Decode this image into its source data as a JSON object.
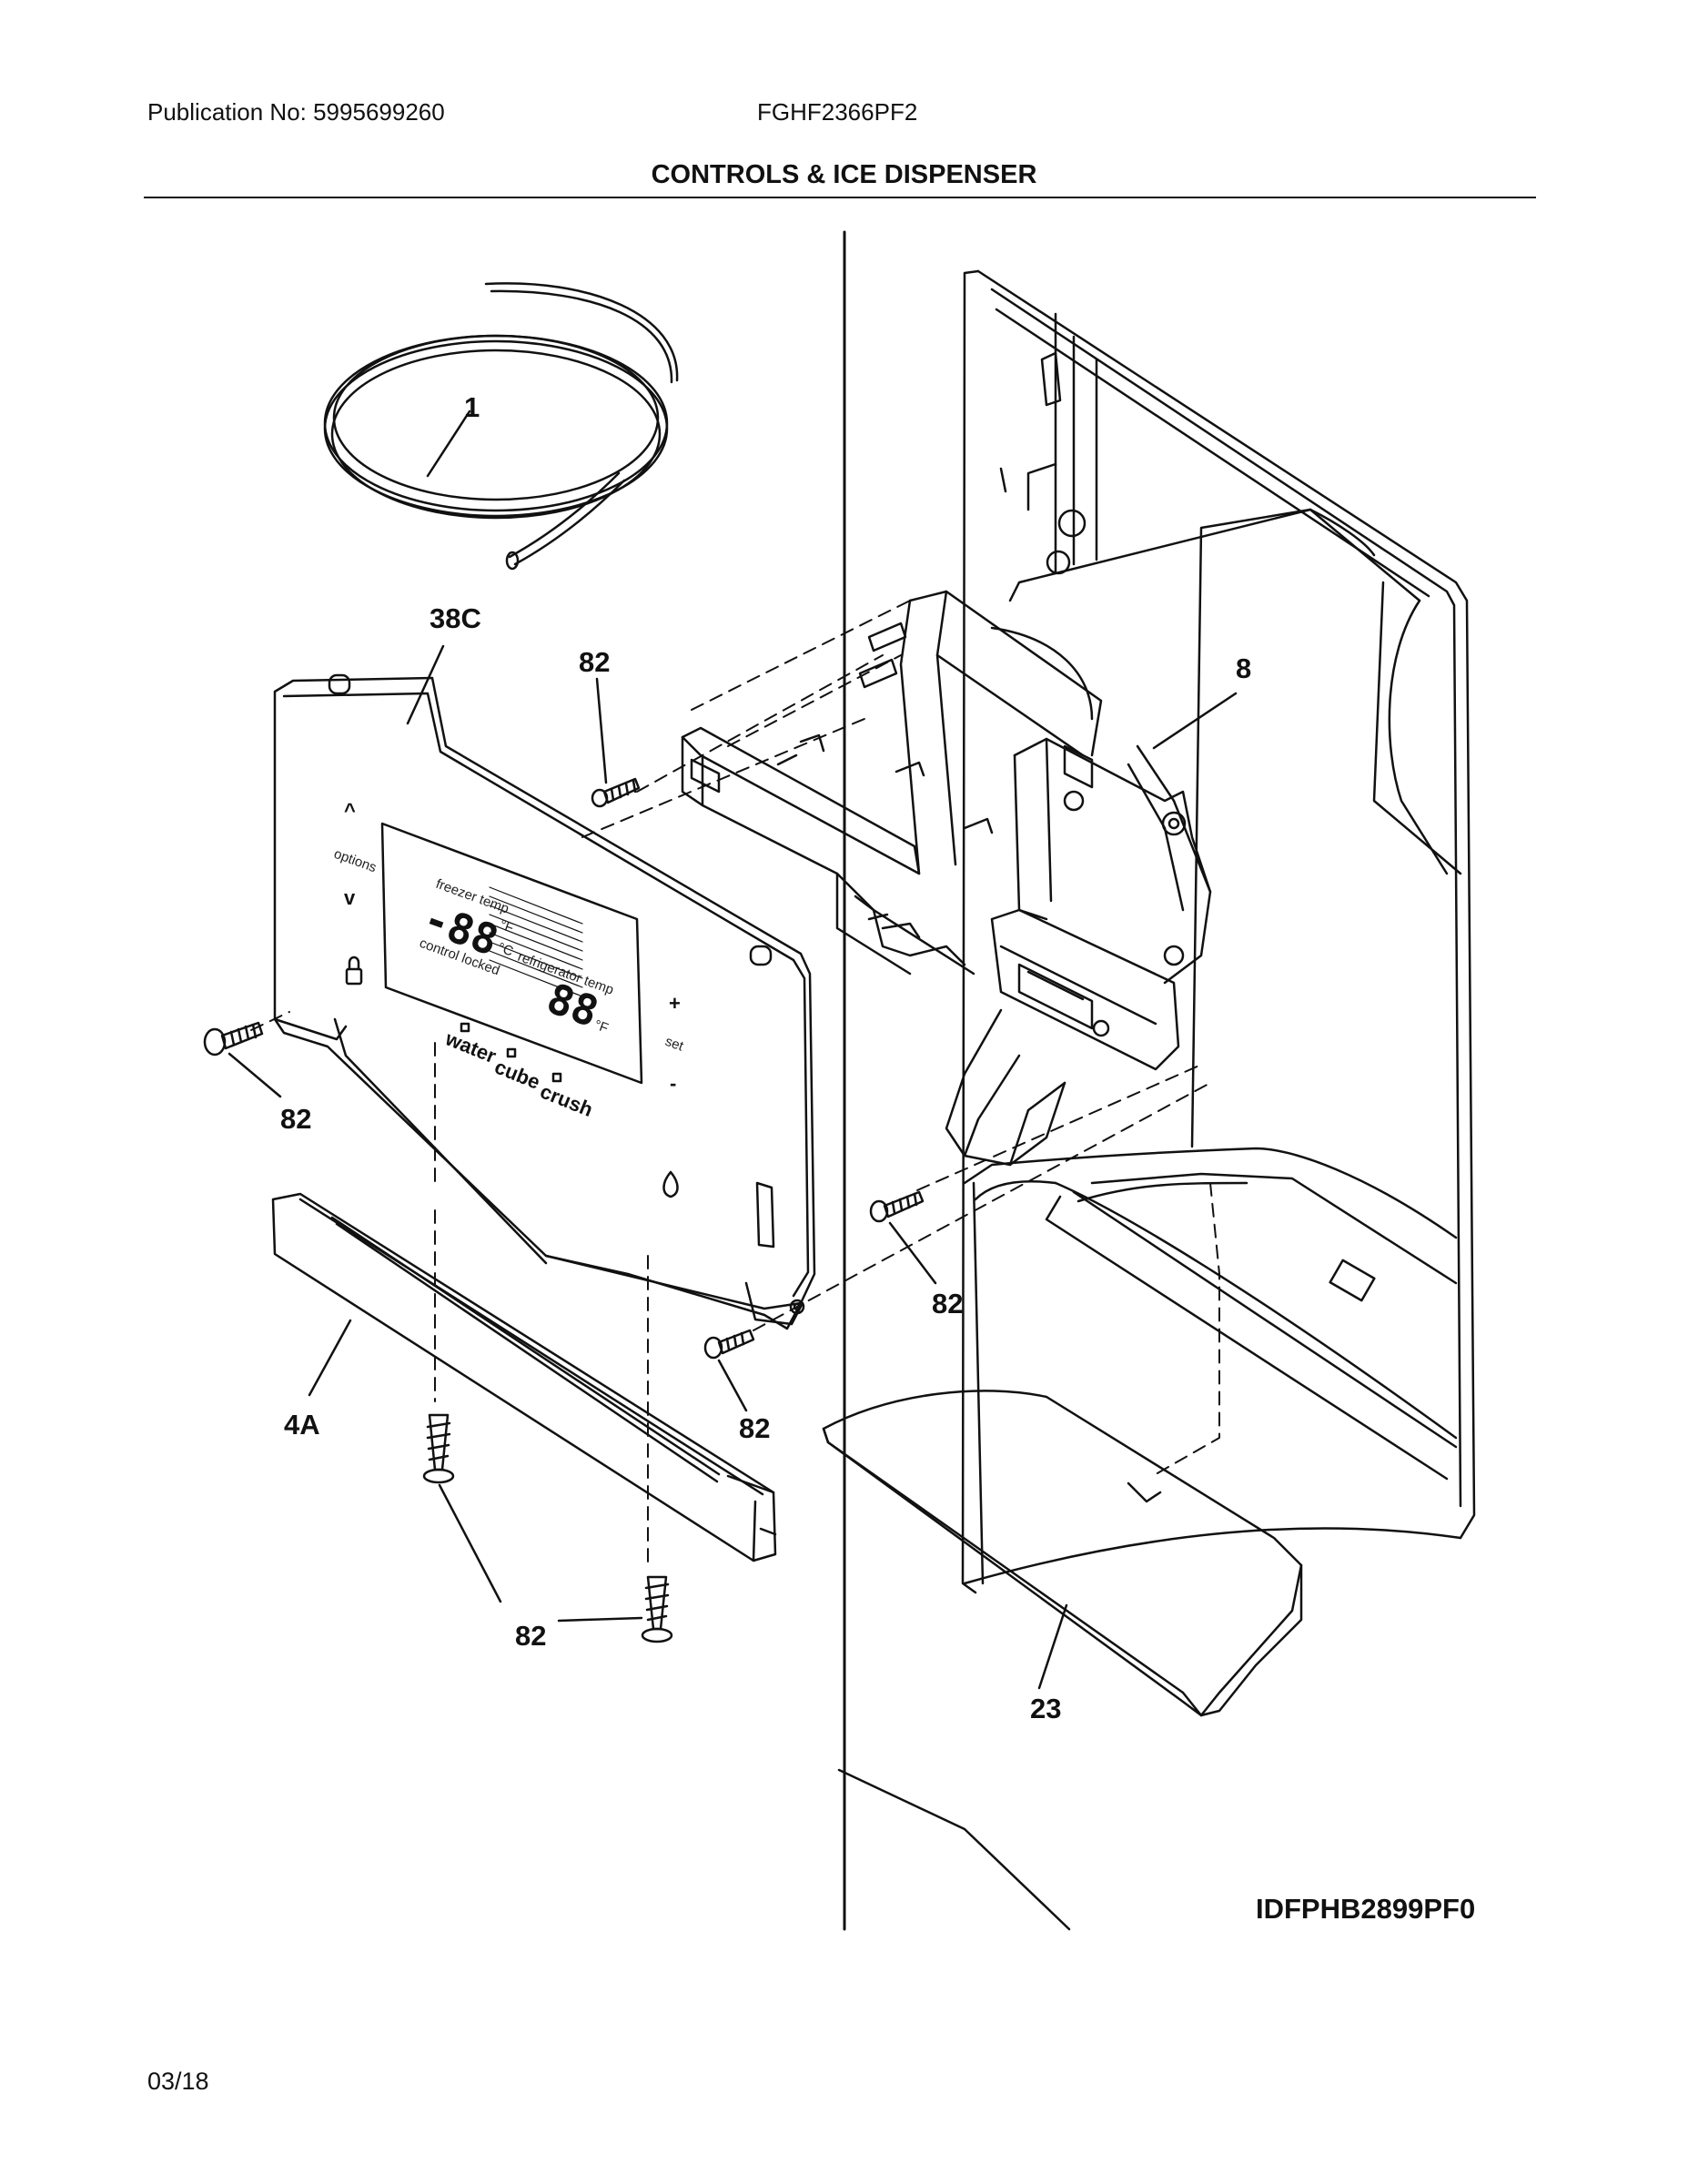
{
  "header": {
    "publication": "Publication No: 5995699260",
    "model": "FGHF2366PF2",
    "title": "CONTROLS & ICE DISPENSER"
  },
  "callouts": {
    "tubing": "1",
    "control_panel": "38C",
    "screw_a": "82",
    "screw_b": "82",
    "screw_c": "82",
    "screw_d": "82",
    "screw_e": "82",
    "dispenser_module": "8",
    "trim_4a": "4A",
    "drip_tray": "23"
  },
  "panel": {
    "up": "^",
    "options": "options",
    "down": "v",
    "plus": "+",
    "set": "set",
    "minus": "-",
    "water": "water",
    "cube": "cube",
    "crush": "crush",
    "freezer_temp": "freezer temp",
    "refrigerator_temp": "refrigerator temp",
    "control_locked": "control locked",
    "digits_left": "-88",
    "digits_right": "88",
    "deg": "°F",
    "deg2": "°C"
  },
  "figure_id": "IDFPHB2899PF0",
  "footer": {
    "date": "03/18"
  }
}
